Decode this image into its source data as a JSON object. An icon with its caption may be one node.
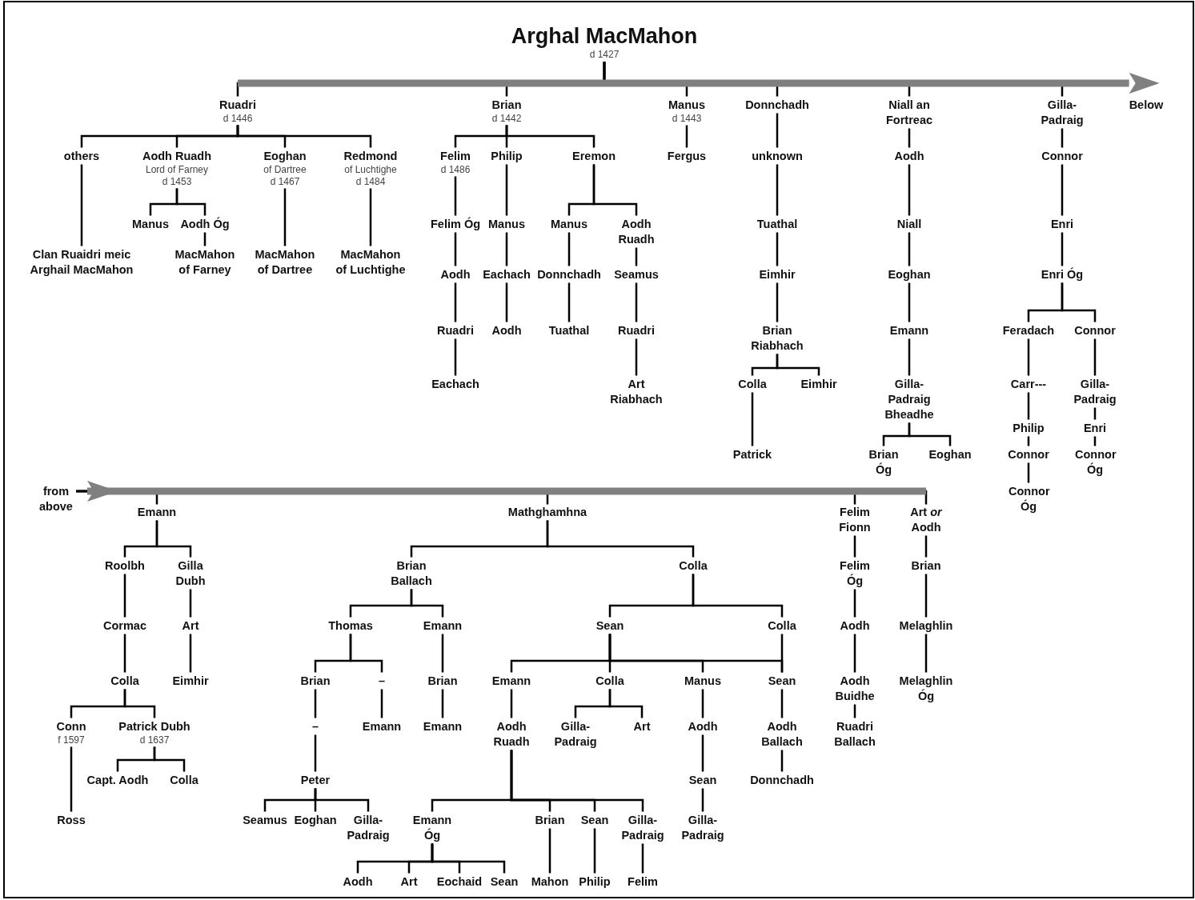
{
  "diagram": {
    "nodes": [
      {
        "text": [
          "Arghal MacMahon",
          "d 1427"
        ]
      },
      {
        "text": [
          "Ruadri",
          "d 1446"
        ]
      },
      {
        "text": [
          "Brian",
          "d 1442"
        ]
      },
      {
        "text": [
          "Manus",
          "d 1443"
        ]
      },
      {
        "text": [
          "Donnchadh"
        ]
      },
      {
        "text": [
          "Niall an Fortreac"
        ]
      },
      {
        "text": [
          "Gilla-Padraig"
        ]
      },
      {
        "text": [
          "Below"
        ]
      },
      {
        "text": [
          "others"
        ]
      },
      {
        "text": [
          "Aodh Ruadh",
          "Lord of Farney",
          "d 1453"
        ]
      },
      {
        "text": [
          "Eoghan",
          "of Dartree",
          "d 1467"
        ]
      },
      {
        "text": [
          "Redmond",
          "of Luchtighe",
          "d 1484"
        ]
      },
      {
        "text": [
          "Manus"
        ]
      },
      {
        "text": [
          "Aodh Óg"
        ]
      },
      {
        "text": [
          "Clan Ruaidri meic Arghail MacMahon"
        ]
      },
      {
        "text": [
          "MacMahon of Farney"
        ]
      },
      {
        "text": [
          "MacMahon of Dartree"
        ]
      },
      {
        "text": [
          "MacMahon of Luchtighe"
        ]
      },
      {
        "text": [
          "Felim",
          "d 1486"
        ]
      },
      {
        "text": [
          "Philip"
        ]
      },
      {
        "text": [
          "Eremon"
        ]
      },
      {
        "text": [
          "Felim Óg"
        ]
      },
      {
        "text": [
          "Aodh"
        ]
      },
      {
        "text": [
          "Ruadri"
        ]
      },
      {
        "text": [
          "Eachach"
        ]
      },
      {
        "text": [
          "Manus"
        ]
      },
      {
        "text": [
          "Eachach"
        ]
      },
      {
        "text": [
          "Aodh"
        ]
      },
      {
        "text": [
          "Manus"
        ]
      },
      {
        "text": [
          "Aodh Ruadh"
        ]
      },
      {
        "text": [
          "Donnchadh"
        ]
      },
      {
        "text": [
          "Tuathal"
        ]
      },
      {
        "text": [
          "Seamus"
        ]
      },
      {
        "text": [
          "Ruadri"
        ]
      },
      {
        "text": [
          "Art Riabhach"
        ]
      },
      {
        "text": [
          "Fergus"
        ]
      },
      {
        "text": [
          "unknown"
        ]
      },
      {
        "text": [
          "Tuathal"
        ]
      },
      {
        "text": [
          "Eimhir"
        ]
      },
      {
        "text": [
          "Brian Riabhach"
        ]
      },
      {
        "text": [
          "Colla"
        ]
      },
      {
        "text": [
          "Eimhir"
        ]
      },
      {
        "text": [
          "Patrick"
        ]
      },
      {
        "text": [
          "Aodh"
        ]
      },
      {
        "text": [
          "Niall"
        ]
      },
      {
        "text": [
          "Eoghan"
        ]
      },
      {
        "text": [
          "Emann"
        ]
      },
      {
        "text": [
          "Gilla-Padraig Bheadhe"
        ]
      },
      {
        "text": [
          "Brian Óg"
        ]
      },
      {
        "text": [
          "Eoghan"
        ]
      },
      {
        "text": [
          "Connor"
        ]
      },
      {
        "text": [
          "Enri"
        ]
      },
      {
        "text": [
          "Enri Óg"
        ]
      },
      {
        "text": [
          "Feradach"
        ]
      },
      {
        "text": [
          "Connor"
        ]
      },
      {
        "text": [
          "Carr---"
        ]
      },
      {
        "text": [
          "Philip"
        ]
      },
      {
        "text": [
          "Connor"
        ]
      },
      {
        "text": [
          "Connor Óg"
        ]
      },
      {
        "text": [
          "Gilla-Padraig"
        ]
      },
      {
        "text": [
          "Enri"
        ]
      },
      {
        "text": [
          "Connor Óg"
        ]
      },
      {
        "text": [
          "from above"
        ]
      },
      {
        "text": [
          "Emann"
        ]
      },
      {
        "text": [
          "Mathghamhna"
        ]
      },
      {
        "text": [
          "Felim Fionn"
        ]
      },
      {
        "text": [
          "Art *or* Aodh"
        ]
      },
      {
        "text": [
          "Roolbh"
        ]
      },
      {
        "text": [
          "Gilla Dubh"
        ]
      },
      {
        "text": [
          "Cormac"
        ]
      },
      {
        "text": [
          "Colla"
        ]
      },
      {
        "text": [
          "Conn",
          "f 1597"
        ]
      },
      {
        "text": [
          "Patrick Dubh",
          "d 1637"
        ]
      },
      {
        "text": [
          "Ross"
        ]
      },
      {
        "text": [
          "Capt. Aodh"
        ]
      },
      {
        "text": [
          "Colla"
        ]
      },
      {
        "text": [
          "Art"
        ]
      },
      {
        "text": [
          "Eimhir"
        ]
      },
      {
        "text": [
          "Brian Ballach"
        ]
      },
      {
        "text": [
          "Colla"
        ]
      },
      {
        "text": [
          "Thomas"
        ]
      },
      {
        "text": [
          "Emann"
        ]
      },
      {
        "text": [
          "Brian"
        ]
      },
      {
        "text": [
          "–"
        ]
      },
      {
        "text": [
          "–"
        ]
      },
      {
        "text": [
          "Peter"
        ]
      },
      {
        "text": [
          "Seamus"
        ]
      },
      {
        "text": [
          "Eoghan"
        ]
      },
      {
        "text": [
          "Gilla-Padraig"
        ]
      },
      {
        "text": [
          "Emann"
        ]
      },
      {
        "text": [
          "Brian"
        ]
      },
      {
        "text": [
          "Emann"
        ]
      },
      {
        "text": [
          "Sean"
        ]
      },
      {
        "text": [
          "Colla"
        ]
      },
      {
        "text": [
          "Emann"
        ]
      },
      {
        "text": [
          "Colla"
        ]
      },
      {
        "text": [
          "Manus"
        ]
      },
      {
        "text": [
          "Sean"
        ]
      },
      {
        "text": [
          "Aodh Ruadh"
        ]
      },
      {
        "text": [
          "Emann Óg"
        ]
      },
      {
        "text": [
          "Brian"
        ]
      },
      {
        "text": [
          "Sean"
        ]
      },
      {
        "text": [
          "Gilla-Padraig"
        ]
      },
      {
        "text": [
          "Aodh"
        ]
      },
      {
        "text": [
          "Art"
        ]
      },
      {
        "text": [
          "Eochaid"
        ]
      },
      {
        "text": [
          "Sean"
        ]
      },
      {
        "text": [
          "Mahon"
        ]
      },
      {
        "text": [
          "Philip"
        ]
      },
      {
        "text": [
          "Felim"
        ]
      },
      {
        "text": [
          "Gilla-Padraig"
        ]
      },
      {
        "text": [
          "Art"
        ]
      },
      {
        "text": [
          "Aodh"
        ]
      },
      {
        "text": [
          "Sean"
        ]
      },
      {
        "text": [
          "Gilla-Padraig"
        ]
      },
      {
        "text": [
          "Aodh Ballach"
        ]
      },
      {
        "text": [
          "Donnchadh"
        ]
      },
      {
        "text": [
          "Felim Óg"
        ]
      },
      {
        "text": [
          "Aodh"
        ]
      },
      {
        "text": [
          "Aodh Buidhe"
        ]
      },
      {
        "text": [
          "Ruadri Ballach"
        ]
      },
      {
        "text": [
          "Brian"
        ]
      },
      {
        "text": [
          "Melaghlin"
        ]
      },
      {
        "text": [
          "Melaghlin Óg"
        ]
      }
    ],
    "edges": [
      {
        "from": 0,
        "to": 1,
        "arrow": "none"
      },
      {
        "from": 0,
        "to": 2,
        "arrow": "none"
      },
      {
        "from": 0,
        "to": 3,
        "arrow": "none"
      },
      {
        "from": 0,
        "to": 4,
        "arrow": "none"
      },
      {
        "from": 0,
        "to": 5,
        "arrow": "none"
      },
      {
        "from": 0,
        "to": 6,
        "arrow": "none"
      },
      {
        "from": 1,
        "to": 7,
        "arrow": "to",
        "style": "thick",
        "color": "#808080"
      },
      {
        "from": 1,
        "to": 8,
        "arrow": "none"
      },
      {
        "from": 1,
        "to": 9,
        "arrow": "none"
      },
      {
        "from": 1,
        "to": 10,
        "arrow": "none"
      },
      {
        "from": 1,
        "to": 11,
        "arrow": "none"
      },
      {
        "from": 9,
        "to": 12,
        "arrow": "none"
      },
      {
        "from": 9,
        "to": 13,
        "arrow": "none"
      },
      {
        "from": 8,
        "to": 14,
        "arrow": "none"
      },
      {
        "from": 13,
        "to": 15,
        "arrow": "none"
      },
      {
        "from": 10,
        "to": 16,
        "arrow": "none"
      },
      {
        "from": 11,
        "to": 17,
        "arrow": "none"
      },
      {
        "from": 2,
        "to": 18,
        "arrow": "none"
      },
      {
        "from": 2,
        "to": 19,
        "arrow": "none"
      },
      {
        "from": 2,
        "to": 20,
        "arrow": "none"
      },
      {
        "from": 18,
        "to": 21,
        "arrow": "none"
      },
      {
        "from": 21,
        "to": 22,
        "arrow": "none"
      },
      {
        "from": 22,
        "to": 23,
        "arrow": "none"
      },
      {
        "from": 23,
        "to": 24,
        "arrow": "none"
      },
      {
        "from": 19,
        "to": 25,
        "arrow": "none"
      },
      {
        "from": 25,
        "to": 26,
        "arrow": "none"
      },
      {
        "from": 26,
        "to": 27,
        "arrow": "none"
      },
      {
        "from": 20,
        "to": 28,
        "arrow": "none"
      },
      {
        "from": 20,
        "to": 29,
        "arrow": "none"
      },
      {
        "from": 28,
        "to": 30,
        "arrow": "none"
      },
      {
        "from": 30,
        "to": 31,
        "arrow": "none"
      },
      {
        "from": 29,
        "to": 32,
        "arrow": "none"
      },
      {
        "from": 32,
        "to": 33,
        "arrow": "none"
      },
      {
        "from": 33,
        "to": 34,
        "arrow": "none"
      },
      {
        "from": 3,
        "to": 35,
        "arrow": "none"
      },
      {
        "from": 4,
        "to": 36,
        "arrow": "none"
      },
      {
        "from": 36,
        "to": 37,
        "arrow": "none"
      },
      {
        "from": 37,
        "to": 38,
        "arrow": "none"
      },
      {
        "from": 38,
        "to": 39,
        "arrow": "none"
      },
      {
        "from": 39,
        "to": 40,
        "arrow": "none"
      },
      {
        "from": 39,
        "to": 41,
        "arrow": "none"
      },
      {
        "from": 40,
        "to": 42,
        "arrow": "none"
      },
      {
        "from": 5,
        "to": 43,
        "arrow": "none"
      },
      {
        "from": 43,
        "to": 44,
        "arrow": "none"
      },
      {
        "from": 44,
        "to": 45,
        "arrow": "none"
      },
      {
        "from": 45,
        "to": 46,
        "arrow": "none"
      },
      {
        "from": 46,
        "to": 47,
        "arrow": "none"
      },
      {
        "from": 47,
        "to": 48,
        "arrow": "none"
      },
      {
        "from": 47,
        "to": 49,
        "arrow": "none"
      },
      {
        "from": 6,
        "to": 50,
        "arrow": "none"
      },
      {
        "from": 50,
        "to": 51,
        "arrow": "none"
      },
      {
        "from": 51,
        "to": 52,
        "arrow": "none"
      },
      {
        "from": 52,
        "to": 53,
        "arrow": "none"
      },
      {
        "from": 52,
        "to": 54,
        "arrow": "none"
      },
      {
        "from": 53,
        "to": 55,
        "arrow": "none"
      },
      {
        "from": 55,
        "to": 56,
        "arrow": "none"
      },
      {
        "from": 56,
        "to": 57,
        "arrow": "none"
      },
      {
        "from": 57,
        "to": 58,
        "arrow": "none"
      },
      {
        "from": 54,
        "to": 59,
        "arrow": "none"
      },
      {
        "from": 59,
        "to": 60,
        "arrow": "none"
      },
      {
        "from": 60,
        "to": 61,
        "arrow": "none"
      },
      {
        "from": 66,
        "to": 62,
        "arrow": "to",
        "style": "thick",
        "color": "#808080"
      },
      {
        "from": 62,
        "to": 63,
        "arrow": "none"
      },
      {
        "from": 62,
        "to": 64,
        "arrow": "none"
      },
      {
        "from": 62,
        "to": 65,
        "arrow": "none"
      },
      {
        "from": 62,
        "to": 66,
        "arrow": "none"
      },
      {
        "from": 63,
        "to": 67,
        "arrow": "none"
      },
      {
        "from": 63,
        "to": 68,
        "arrow": "none"
      },
      {
        "from": 67,
        "to": 69,
        "arrow": "none"
      },
      {
        "from": 69,
        "to": 70,
        "arrow": "none"
      },
      {
        "from": 70,
        "to": 71,
        "arrow": "none"
      },
      {
        "from": 70,
        "to": 72,
        "arrow": "none"
      },
      {
        "from": 71,
        "to": 73,
        "arrow": "none"
      },
      {
        "from": 72,
        "to": 74,
        "arrow": "none"
      },
      {
        "from": 72,
        "to": 75,
        "arrow": "none"
      },
      {
        "from": 68,
        "to": 76,
        "arrow": "none"
      },
      {
        "from": 76,
        "to": 77,
        "arrow": "none"
      },
      {
        "from": 64,
        "to": 78,
        "arrow": "none"
      },
      {
        "from": 64,
        "to": 79,
        "arrow": "none"
      },
      {
        "from": 78,
        "to": 80,
        "arrow": "none"
      },
      {
        "from": 78,
        "to": 81,
        "arrow": "none"
      },
      {
        "from": 80,
        "to": 82,
        "arrow": "none"
      },
      {
        "from": 80,
        "to": 83,
        "arrow": "none"
      },
      {
        "from": 82,
        "to": 84,
        "arrow": "none"
      },
      {
        "from": 84,
        "to": 85,
        "arrow": "none"
      },
      {
        "from": 85,
        "to": 86,
        "arrow": "none"
      },
      {
        "from": 85,
        "to": 87,
        "arrow": "none"
      },
      {
        "from": 85,
        "to": 88,
        "arrow": "none"
      },
      {
        "from": 83,
        "to": 89,
        "arrow": "none"
      },
      {
        "from": 81,
        "to": 90,
        "arrow": "none"
      },
      {
        "from": 90,
        "to": 91,
        "arrow": "none"
      },
      {
        "from": 79,
        "to": 92,
        "arrow": "none"
      },
      {
        "from": 79,
        "to": 93,
        "arrow": "none"
      },
      {
        "from": 92,
        "to": 94,
        "arrow": "none"
      },
      {
        "from": 92,
        "to": 95,
        "arrow": "none"
      },
      {
        "from": 92,
        "to": 96,
        "arrow": "none"
      },
      {
        "from": 92,
        "to": 97,
        "arrow": "none"
      },
      {
        "from": 93,
        "to": 97,
        "arrow": "none"
      },
      {
        "from": 94,
        "to": 98,
        "arrow": "none"
      },
      {
        "from": 98,
        "to": 99,
        "arrow": "none"
      },
      {
        "from": 98,
        "to": 100,
        "arrow": "none"
      },
      {
        "from": 98,
        "to": 101,
        "arrow": "none"
      },
      {
        "from": 98,
        "to": 102,
        "arrow": "none"
      },
      {
        "from": 99,
        "to": 103,
        "arrow": "none"
      },
      {
        "from": 99,
        "to": 104,
        "arrow": "none"
      },
      {
        "from": 99,
        "to": 105,
        "arrow": "none"
      },
      {
        "from": 99,
        "to": 106,
        "arrow": "none"
      },
      {
        "from": 100,
        "to": 107,
        "arrow": "none"
      },
      {
        "from": 101,
        "to": 108,
        "arrow": "none"
      },
      {
        "from": 102,
        "to": 109,
        "arrow": "none"
      },
      {
        "from": 95,
        "to": 110,
        "arrow": "none"
      },
      {
        "from": 95,
        "to": 111,
        "arrow": "none"
      },
      {
        "from": 96,
        "to": 112,
        "arrow": "none"
      },
      {
        "from": 112,
        "to": 113,
        "arrow": "none"
      },
      {
        "from": 113,
        "to": 114,
        "arrow": "none"
      },
      {
        "from": 97,
        "to": 115,
        "arrow": "none"
      },
      {
        "from": 115,
        "to": 116,
        "arrow": "none"
      },
      {
        "from": 65,
        "to": 117,
        "arrow": "none"
      },
      {
        "from": 117,
        "to": 118,
        "arrow": "none"
      },
      {
        "from": 118,
        "to": 119,
        "arrow": "none"
      },
      {
        "from": 119,
        "to": 120,
        "arrow": "none"
      },
      {
        "from": 66,
        "to": 121,
        "arrow": "none"
      },
      {
        "from": 121,
        "to": 122,
        "arrow": "none"
      },
      {
        "from": 122,
        "to": 123,
        "arrow": "none"
      }
    ]
  }
}
